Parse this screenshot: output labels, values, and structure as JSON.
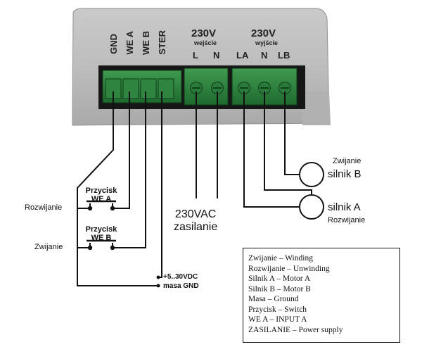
{
  "terminals_low": [
    "GND",
    "WE A",
    "WE B",
    "STER"
  ],
  "input_block": {
    "voltage": "230V",
    "caption": "wejście",
    "pins": [
      "L",
      "N"
    ]
  },
  "output_block": {
    "voltage": "230V",
    "caption": "wyjście",
    "pins": [
      "LA",
      "N",
      "LB"
    ]
  },
  "switches": [
    {
      "title": "Przycisk",
      "input": "WE A",
      "side_label": "Rozwijanie"
    },
    {
      "title": "Przycisk",
      "input": "WE B",
      "side_label": "Zwijanie"
    }
  ],
  "motors": [
    {
      "name": "silnik B",
      "caption": "Zwijanie"
    },
    {
      "name": "silnik A",
      "caption": "Rozwijanie"
    }
  ],
  "supply_label": {
    "line1": "230VAC",
    "line2": "zasilanie"
  },
  "ster_supply": {
    "voltage": "+5..30VDC",
    "ground": "masa GND"
  },
  "legend": [
    "Zwijanie – Winding",
    "Rozwijanie – Unwinding",
    "Silnik A – Motor A",
    "Silnik B – Motor B",
    "Masa – Ground",
    "Przycisk – Switch",
    "WE A – INPUT A",
    "ZASILANIE – Power supply"
  ]
}
